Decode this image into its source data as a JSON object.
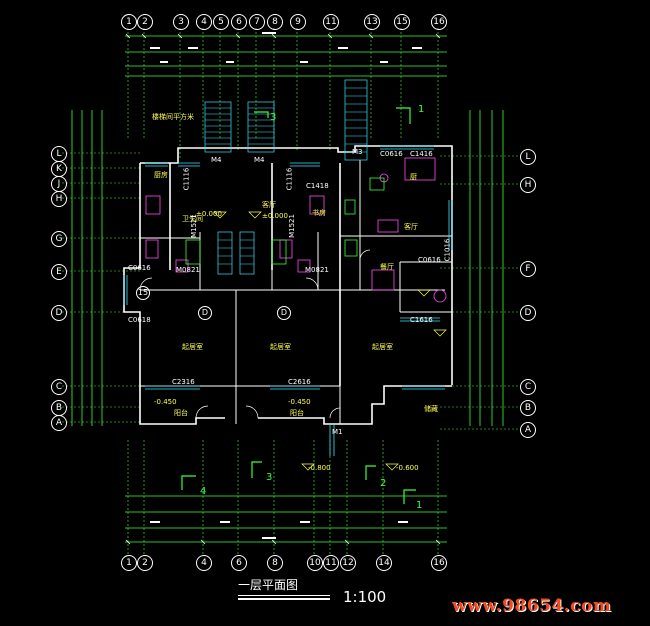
{
  "drawing": {
    "title": "一层平面图",
    "scale": "1:100",
    "watermark": "www.98654.com"
  },
  "axes_top": [
    "1",
    "2",
    "3",
    "4",
    "5",
    "6",
    "7",
    "8",
    "9",
    "11",
    "13",
    "15",
    "16"
  ],
  "axes_bottom": [
    "1",
    "2",
    "4",
    "6",
    "8",
    "10",
    "11",
    "12",
    "14",
    "16"
  ],
  "axes_left": [
    "L",
    "K",
    "J",
    "H",
    "G",
    "E",
    "D",
    "C",
    "B",
    "A"
  ],
  "axes_right": [
    "L",
    "H",
    "F",
    "D",
    "C",
    "B",
    "A"
  ],
  "room_labels": {
    "kitchen_l": "厨房",
    "kitchen_r": "厨",
    "living_l": "客厅",
    "living_r": "客厅",
    "stair_note": "楼梯间平方米",
    "bath_l": "卫生间",
    "bed_l": "起居室",
    "bed_m": "起居室",
    "bed_r": "起居室",
    "study": "书房",
    "balcony_l": "阳台",
    "balcony_m": "阳台",
    "dining": "餐厅",
    "storage": "储藏",
    "ext": "±0.000",
    "lvl1": "-0.450",
    "lvl2": "-0.600",
    "lvl3": "-0.800",
    "lvl4": "±0.000",
    "lvl5": "-0.450"
  },
  "door_window_tags": {
    "c1116_a": "C1116",
    "c1116_b": "C1116",
    "c1418": "C1418",
    "c0616_a": "C0616",
    "c1416": "C1416",
    "m4_a": "M4",
    "m4_b": "M4",
    "m0821_a": "M0821",
    "m0821_b": "M0821",
    "m1521_a": "M1521",
    "m1521_b": "M1521",
    "c0616_b": "C0616",
    "c0616_c": "C0616",
    "c2316": "C2316",
    "c2616": "C2616",
    "c1616": "C1616",
    "m1": "M1",
    "m3": "M3",
    "c0618": "C0618",
    "c1016": "C1016"
  },
  "section_marks": {
    "s1_top": "1",
    "s3_top": "3",
    "s3_bot": "3",
    "s2_bot": "2",
    "s1_bot": "1",
    "s4_bot": "4",
    "grid15": "15",
    "grid_d1": "D",
    "grid_d2": "D"
  },
  "colors": {
    "background": "#000000",
    "dimension": "#39ff39",
    "wall": "#ffffff",
    "window": "#37e6ff",
    "furniture": "#ff4df0",
    "text": "#ffff4d",
    "watermark": "#f04a20"
  }
}
